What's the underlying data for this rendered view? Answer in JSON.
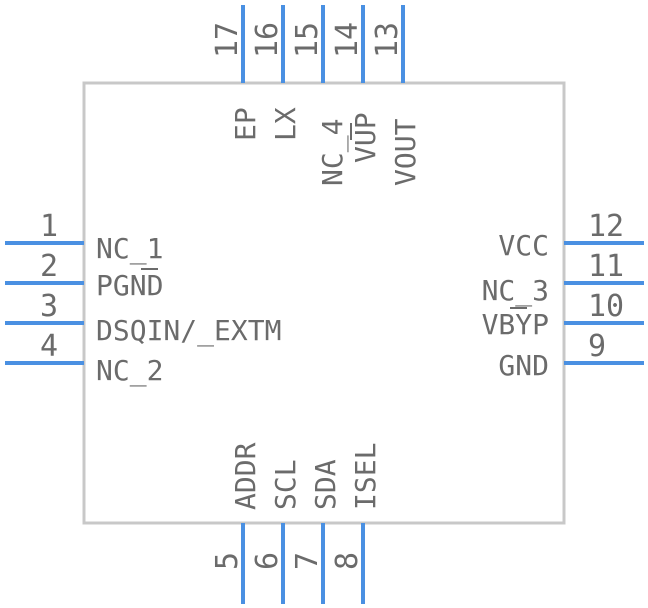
{
  "component": {
    "pins": [
      {
        "number": "1",
        "label": "NC_1"
      },
      {
        "number": "2",
        "label": "PGND"
      },
      {
        "number": "3",
        "label": "DSQIN/_EXTM"
      },
      {
        "number": "4",
        "label": "NC_2"
      },
      {
        "number": "5",
        "label": "ADDR"
      },
      {
        "number": "6",
        "label": "SCL"
      },
      {
        "number": "7",
        "label": "SDA"
      },
      {
        "number": "8",
        "label": "ISEL"
      },
      {
        "number": "9",
        "label": "GND"
      },
      {
        "number": "10",
        "label": "VBYP"
      },
      {
        "number": "11",
        "label": "NC_3"
      },
      {
        "number": "12",
        "label": "VCC"
      },
      {
        "number": "13",
        "label": "VOUT"
      },
      {
        "number": "14",
        "label": "VUP"
      },
      {
        "number": "15",
        "label": "NC_4"
      },
      {
        "number": "16",
        "label": "LX"
      },
      {
        "number": "17",
        "label": "EP"
      }
    ]
  },
  "colors": {
    "pin": "#4a90e2",
    "text": "#6b6b6b",
    "outline": "#c8c8c8"
  }
}
